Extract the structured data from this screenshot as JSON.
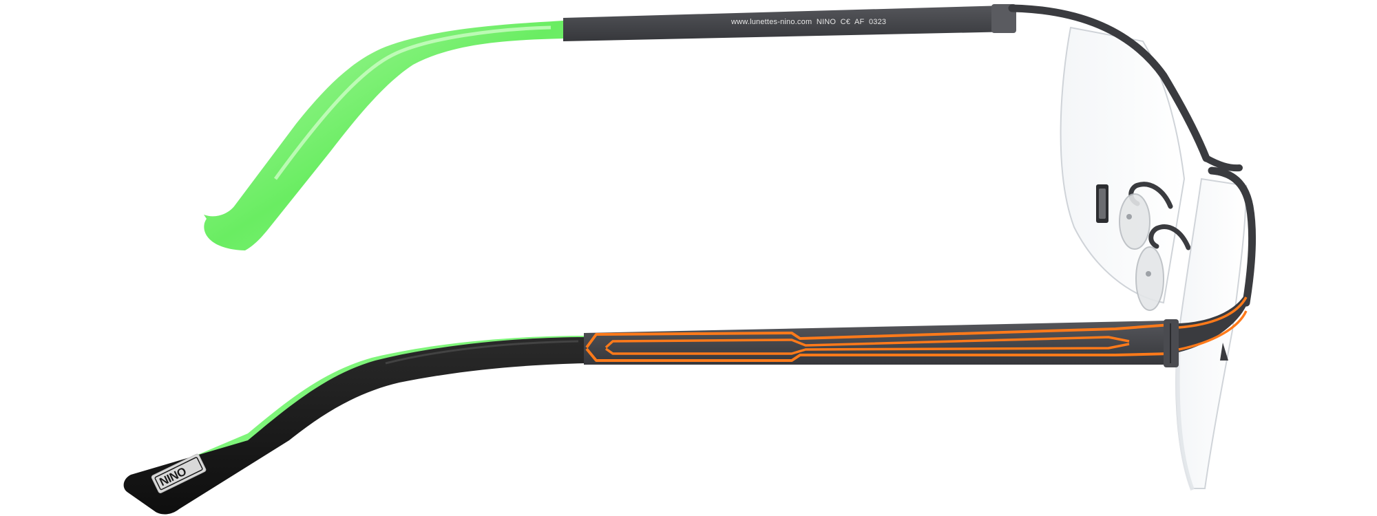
{
  "scene": {
    "subject": "eyeglasses-side-view",
    "background_color": "#ffffff"
  },
  "temple_imprint": {
    "text": "www.lunettes-nino.com  NINO  C€  AF  0323"
  },
  "tip_logo": {
    "text": "NINO"
  },
  "colors": {
    "frame_metal": "#3e3e42",
    "accent_stripe": "#ff7a1a",
    "tip_green": "#6ff06a",
    "tip_black": "#141414",
    "lens_edge": "#c9ccd0",
    "nose_pad": "#e4e6e8"
  }
}
